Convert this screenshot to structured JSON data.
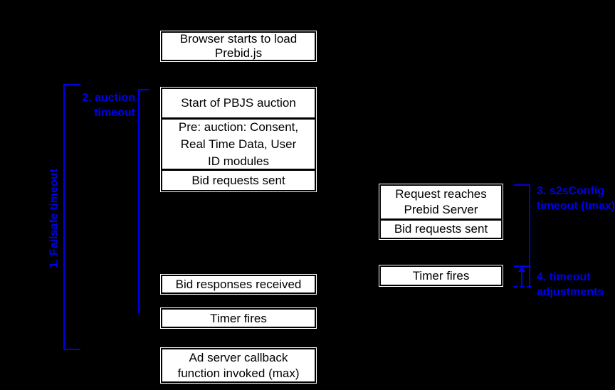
{
  "colors": {
    "background": "#000000",
    "accent": "#0000ee",
    "box_fill": "#ffffff",
    "box_border": "#000000",
    "box_text": "#000000"
  },
  "diagram": {
    "client_column": {
      "browser_load": [
        "Browser starts to load",
        "Prebid.js"
      ],
      "auction_start": "Start of PBJS auction",
      "pre_auction": [
        "Pre: auction: Consent,",
        "Real Time Data, User",
        "ID modules"
      ],
      "bid_requests_sent": "Bid requests sent",
      "bid_responses_received": "Bid responses received",
      "timer_fires": "Timer fires",
      "ad_server_callback": [
        "Ad server callback",
        "function invoked (max)"
      ]
    },
    "server_column": {
      "request_reaches": [
        "Request reaches",
        "Prebid Server"
      ],
      "bid_requests_sent": "Bid requests sent",
      "timer_fires": "Timer fires"
    },
    "annotations": {
      "failsafe": "1. Failsafe timeout",
      "auction": [
        "2. auction",
        "timeout"
      ],
      "s2s": [
        "3. s2sConfig",
        "timeout (tmax)"
      ],
      "adjustments": [
        "4. timeout",
        "adjustments"
      ]
    }
  }
}
